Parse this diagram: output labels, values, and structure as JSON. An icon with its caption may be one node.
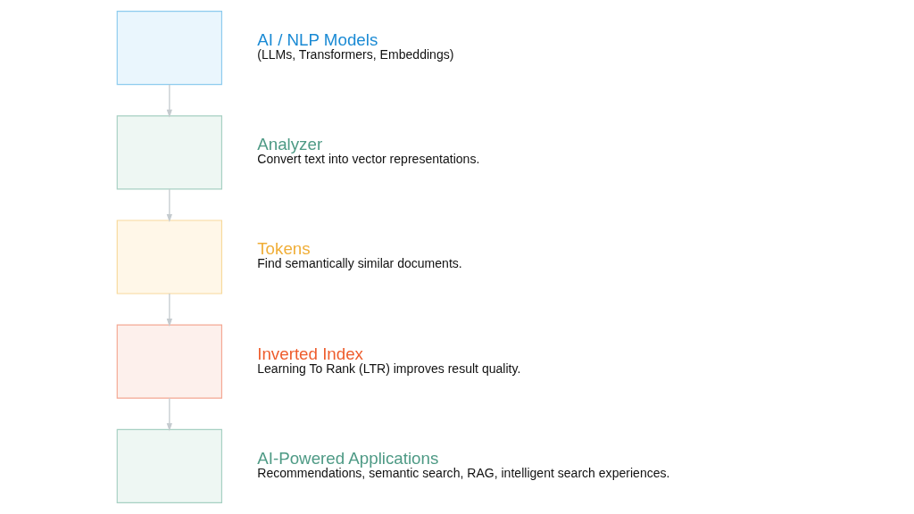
{
  "diagram": {
    "nodes": [
      {
        "text": [
          "AI / NLP Models",
          "(LLMs, Transformers, Embeddings)"
        ]
      },
      {
        "text": [
          "Analyzer",
          "Convert text into vector representations."
        ]
      },
      {
        "text": [
          "Tokens",
          "Find semantically similar documents."
        ]
      },
      {
        "text": [
          "Inverted Index",
          "Learning To Rank (LTR) improves result quality."
        ]
      },
      {
        "text": [
          "AI-Powered Applications",
          "Recommendations, semantic search, RAG, intelligent search experiences."
        ]
      }
    ],
    "edges": [
      {
        "from": 0,
        "to": 1,
        "arrow": "to"
      },
      {
        "from": 1,
        "to": 2,
        "arrow": "to"
      },
      {
        "from": 2,
        "to": 3,
        "arrow": "to"
      },
      {
        "from": 3,
        "to": 4,
        "arrow": "to"
      }
    ]
  }
}
